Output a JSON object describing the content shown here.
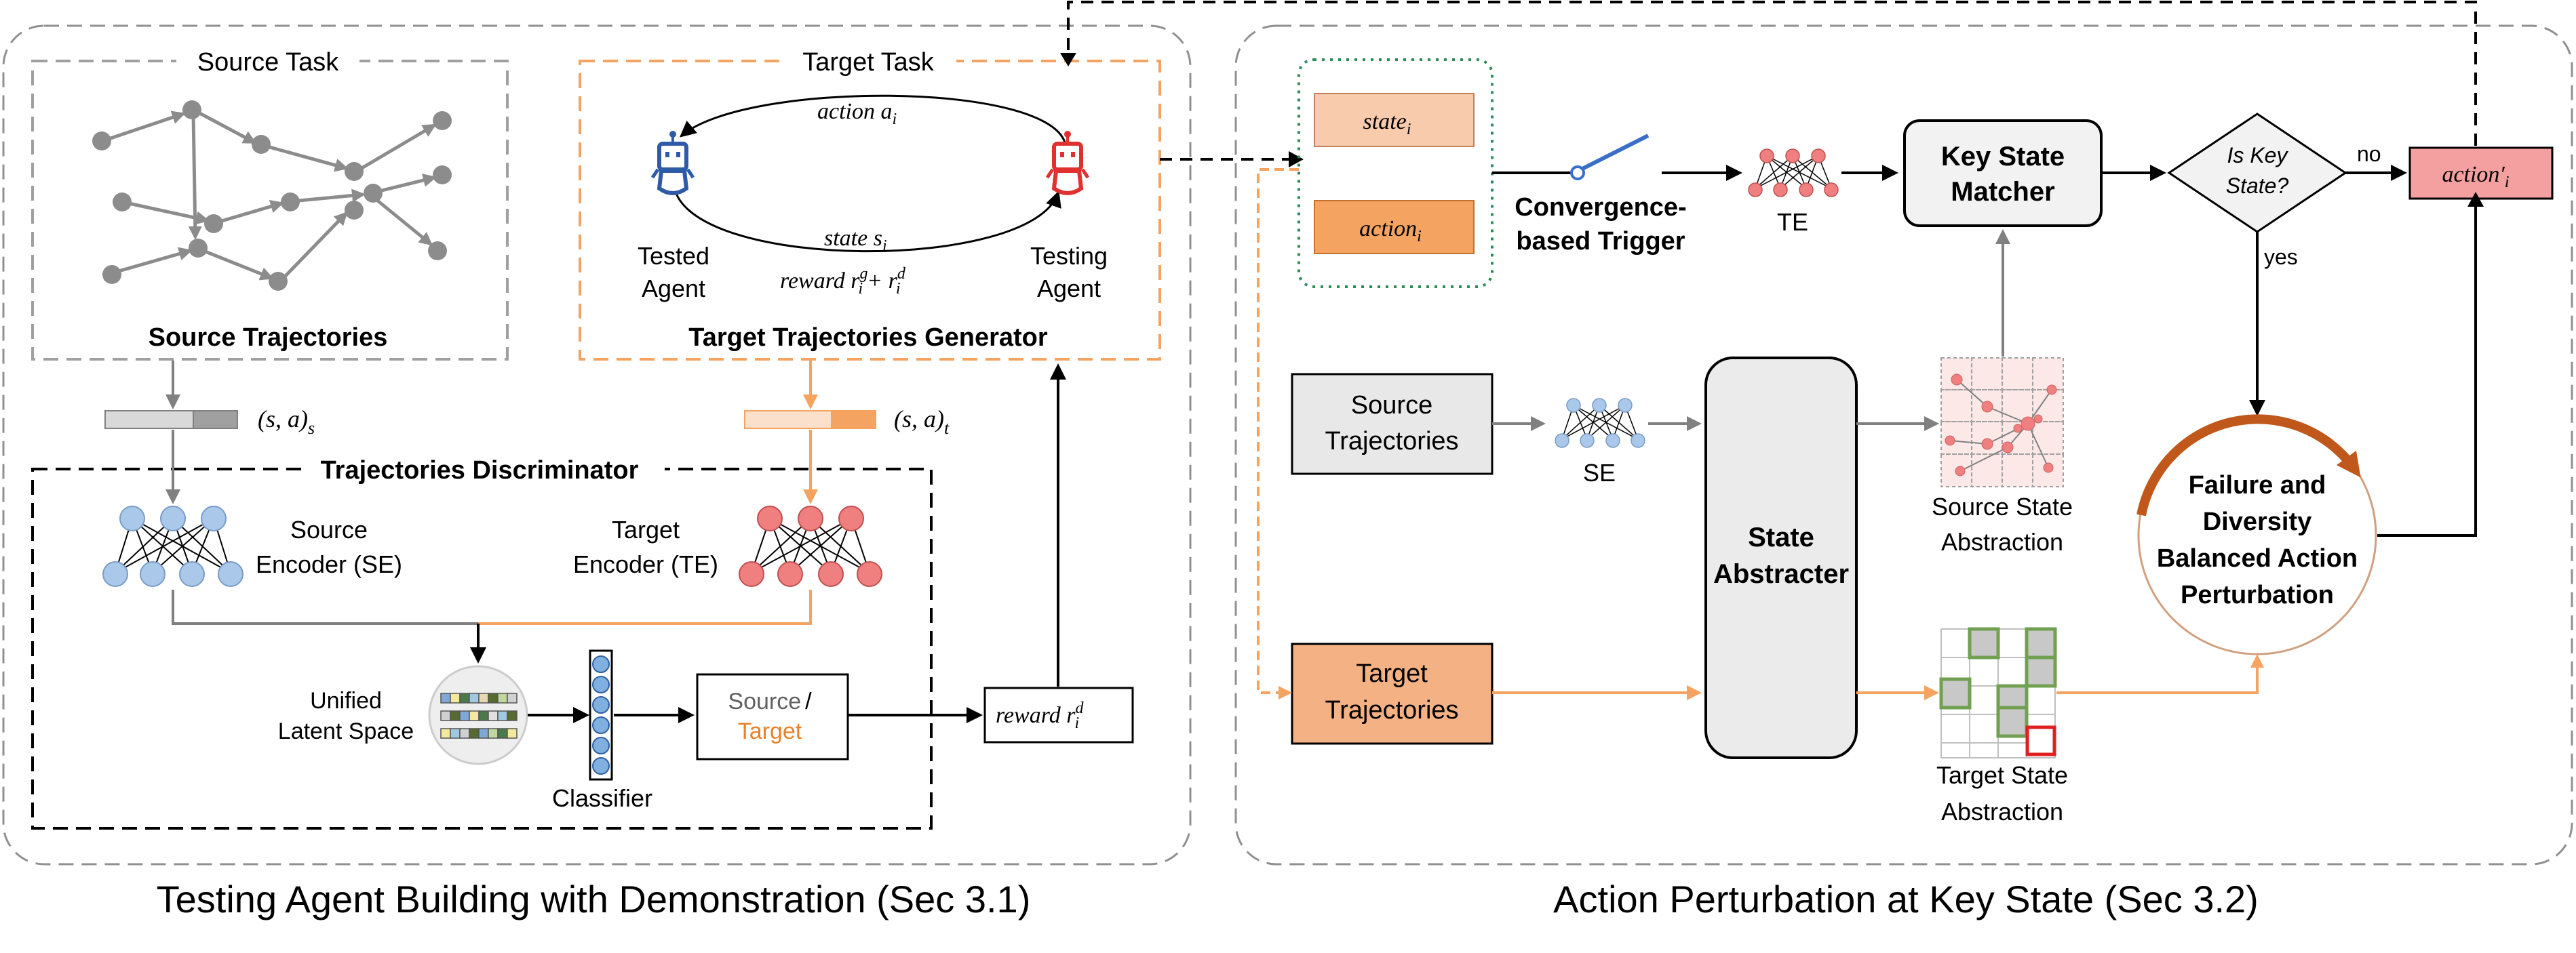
{
  "left_panel": {
    "caption": "Testing Agent Building with Demonstration (Sec 3.1)",
    "source_task": {
      "title": "Source Task",
      "trajectories_label": "Source Trajectories",
      "pair_label": "(s, a)",
      "pair_subscript": "s"
    },
    "target_task": {
      "title": "Target Task",
      "action_label": "action a",
      "action_subscript": "i",
      "state_label": "state s",
      "state_subscript": "i",
      "reward_label": "reward r",
      "reward_g": "g",
      "reward_plus": "+ r",
      "reward_d": "d",
      "reward_i": "i",
      "tested_agent_line1": "Tested",
      "tested_agent_line2": "Agent",
      "testing_agent_line1": "Testing",
      "testing_agent_line2": "Agent",
      "generator_label": "Target Trajectories Generator",
      "pair_label": "(s, a)",
      "pair_subscript": "t"
    },
    "discriminator": {
      "title": "Trajectories Discriminator",
      "source_encoder_line1": "Source",
      "source_encoder_line2": "Encoder (SE)",
      "target_encoder_line1": "Target",
      "target_encoder_line2": "Encoder (TE)",
      "latent_line1": "Unified",
      "latent_line2": "Latent Space",
      "classifier_label": "Classifier",
      "output_source": "Source",
      "output_slash": "/",
      "output_target": "Target"
    },
    "reward_box": {
      "label": "reward r",
      "superscript": "d",
      "subscript": "i"
    }
  },
  "right_panel": {
    "caption": "Action Perturbation at Key State (Sec 3.2)",
    "state_box": {
      "label": "state",
      "subscript": "i"
    },
    "action_box": {
      "label": "action",
      "subscript": "i"
    },
    "trigger_line1": "Convergence-",
    "trigger_line2": "based Trigger",
    "te_label": "TE",
    "se_label": "SE",
    "key_state_matcher_line1": "Key State",
    "key_state_matcher_line2": "Matcher",
    "decision_line1": "Is Key",
    "decision_line2": "State?",
    "no_label": "no",
    "yes_label": "yes",
    "perturbed_action": {
      "label": "action′",
      "subscript": "i"
    },
    "source_trajectories_line1": "Source",
    "source_trajectories_line2": "Trajectories",
    "target_trajectories_line1": "Target",
    "target_trajectories_line2": "Trajectories",
    "state_abstracter_line1": "State",
    "state_abstracter_line2": "Abstracter",
    "source_abstraction_line1": "Source State",
    "source_abstraction_line2": "Abstraction",
    "target_abstraction_line1": "Target State",
    "target_abstraction_line2": "Abstraction",
    "perturbation_line1": "Failure and",
    "perturbation_line2": "Diversity",
    "perturbation_line3": "Balanced Action",
    "perturbation_line4": "Perturbation"
  },
  "colors": {
    "gray": "#808080",
    "orange": "#f4a460",
    "dark": "#000000",
    "node_gray": "#8c8c8c",
    "blue_node": "#a9c8ea",
    "red_node": "#f08080",
    "state_fill": "#f8cbad",
    "action_fill": "#f4a460",
    "perturbed_fill": "#f4a0a0",
    "green": "#70a050",
    "brown": "#c0581c",
    "teal_dotted": "#2e8b57"
  }
}
